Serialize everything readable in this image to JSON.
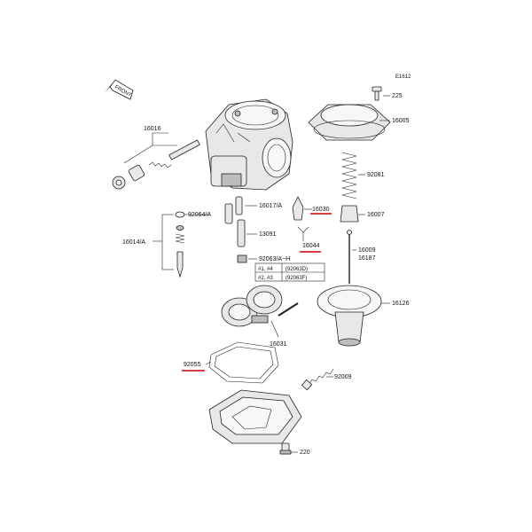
{
  "code": "E1612",
  "front_label": "FRONT",
  "accent_color": "#cc0000",
  "labels": {
    "p225": "225",
    "p16005": "16005",
    "p16016": "16016",
    "p92081": "92081",
    "p92064": "92064/A",
    "p16017": "16017/A",
    "p16030": "16030",
    "p16007": "16007",
    "p16014": "16014/A",
    "p13091": "13091",
    "p16044": "16044",
    "p16009": "16009",
    "p16187": "16187",
    "p92063": "92063/A~H",
    "p16126": "16126",
    "p16031": "16031",
    "p92055": "92055",
    "p92009": "92009",
    "p220": "220"
  },
  "variant_table": {
    "rows": [
      {
        "cyl": "#1, #4",
        "part": "(92063D)"
      },
      {
        "cyl": "#2, #3",
        "part": "(92063F)"
      }
    ]
  },
  "highlighted_parts": [
    "16030",
    "16044",
    "92055"
  ]
}
